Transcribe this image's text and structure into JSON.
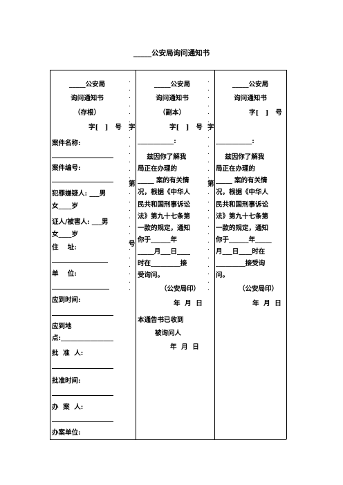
{
  "title": "_____公安局询问通知书",
  "stub": {
    "bureau": "_____公安局",
    "doc_name": "询问通知书",
    "copy": "（存根）",
    "number": "字[   ]   号",
    "fields": [
      "案件名称:",
      "案件编号:",
      "犯罪嫌疑人: ___男",
      "女____岁",
      "证人/被害人: ___男",
      "女____岁",
      "住    址:",
      "单    位:",
      "应到时间:",
      "应到地",
      "点:________________",
      "批  准  人:",
      "批准时间:",
      "办  案  人:",
      "办案单位:"
    ]
  },
  "seam": {
    "zi": "字",
    "di": "第",
    "hao": "号",
    "dot": "."
  },
  "copy": {
    "bureau": "_____公安局",
    "doc_name": "询问通知书",
    "copy": "（副本）",
    "number": "字[   ]   号",
    "addressee": "___________:",
    "body": [
      "    兹因你了解我",
      "局正在办理的",
      "_____ 案的有关情",
      "况，根据《中华人",
      "民共和国刑事诉讼",
      "法》第九十七条第",
      "一款的规定，通知",
      "你于______年",
      "_____月___日____",
      "时在_________接",
      "受询问。"
    ],
    "seal": "（公安局印）",
    "date": "年  月  日",
    "receipt": "本通告书已收到",
    "recipient": "被询问人",
    "date2": "年  月  日"
  },
  "copy3": {
    "bureau": "_____公安局",
    "doc_name": "询问通知书",
    "number": "字[   ]   号",
    "addressee": "___________:",
    "body": [
      "    兹因你了解我",
      "局正在办理的",
      "_____ 案的有关情",
      "况，根据《中华人",
      "民共和国刑事诉讼",
      "法》第九十七条第",
      "一款的规定，通知",
      "你于______年_____",
      "月___日____时在",
      "_________接受询",
      "问。"
    ],
    "seal": "（公安局印）",
    "date": "年  月  日"
  }
}
